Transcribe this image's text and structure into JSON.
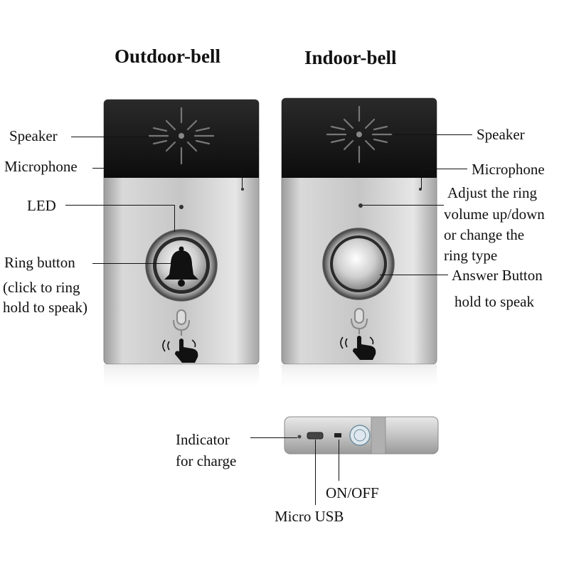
{
  "titles": {
    "outdoor": "Outdoor-bell",
    "indoor": "Indoor-bell"
  },
  "outdoor_labels": {
    "speaker": "Speaker",
    "microphone": "Microphone",
    "led": "LED",
    "ring_button": "Ring button",
    "ring_button_note_1": "(click to ring",
    "ring_button_note_2": "hold to speak)"
  },
  "indoor_labels": {
    "speaker": "Speaker",
    "microphone": "Microphone",
    "adjust_1": "Adjust the ring",
    "adjust_2": "volume up/down",
    "adjust_3": "or change the",
    "adjust_4": "ring type",
    "answer_button": "Answer Button",
    "answer_note": "hold to speak"
  },
  "bottom_labels": {
    "indicator_1": "Indicator",
    "indicator_2": "for charge",
    "on_off": "ON/OFF",
    "micro_usb": "Micro USB"
  },
  "icons": {
    "bell": "bell-icon",
    "microphone": "microphone-icon",
    "touch": "touch-hand-icon",
    "speaker_grille": "speaker-grille-icon"
  },
  "colors": {
    "device_top": "#121212",
    "device_body": "#c9c9c9",
    "text": "#111111"
  }
}
